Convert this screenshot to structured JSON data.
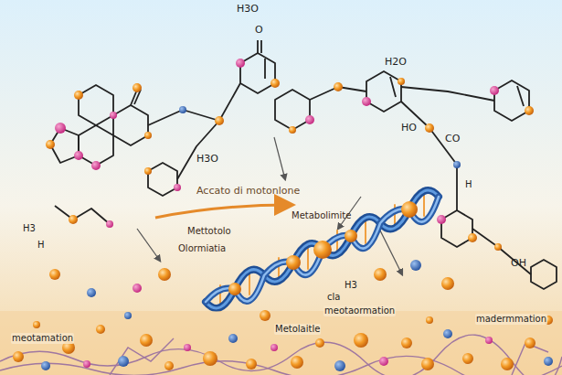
{
  "diagram": {
    "labels": [
      "H3O",
      "H2O",
      "HO",
      "CO",
      "H3O",
      "H3",
      "H",
      "Accato di motonlone",
      "Mettotolo",
      "Metabolimite",
      "Olormiatia",
      "OH",
      "H3",
      "cla",
      "meotaormation",
      "Metolaitle",
      "meotamation",
      "madermmation",
      "H",
      "O"
    ]
  }
}
